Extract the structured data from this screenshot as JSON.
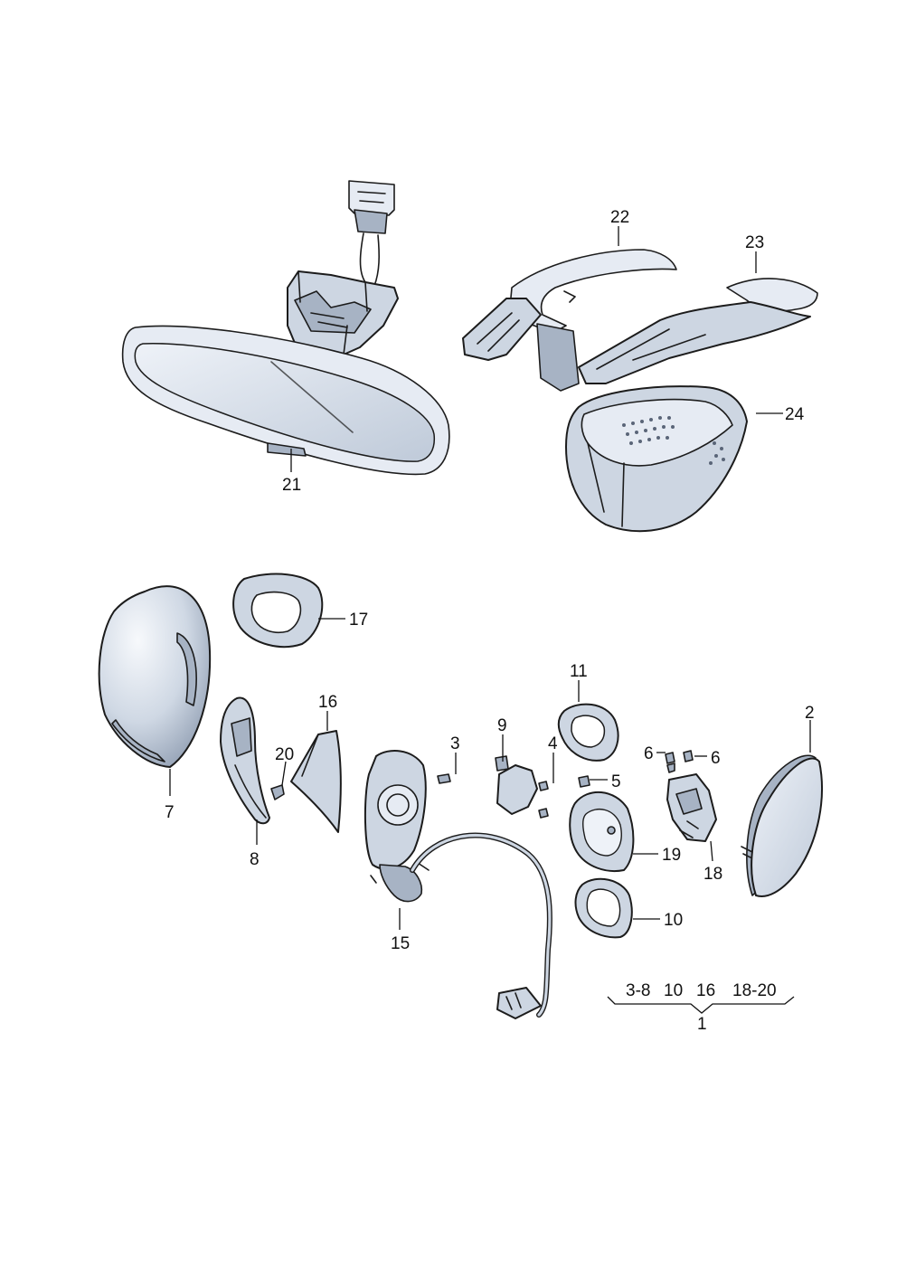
{
  "callouts": {
    "c1": "1",
    "c2": "2",
    "c3": "3",
    "c4": "4",
    "c5": "5",
    "c6a": "6",
    "c6b": "6",
    "c7": "7",
    "c8": "8",
    "c9": "9",
    "c10": "10",
    "c11": "11",
    "c15": "15",
    "c16": "16",
    "c17": "17",
    "c18": "18",
    "c19": "19",
    "c20": "20",
    "c21": "21",
    "c22": "22",
    "c23": "23",
    "c24": "24"
  },
  "assembly_group": {
    "members": [
      "3-8",
      "10",
      "16",
      "18-20"
    ],
    "parent": "1"
  },
  "colors": {
    "part_fill": "#cdd6e2",
    "part_light": "#e6ebf3",
    "part_dark": "#a7b3c4",
    "outline": "#1c1c1c"
  }
}
